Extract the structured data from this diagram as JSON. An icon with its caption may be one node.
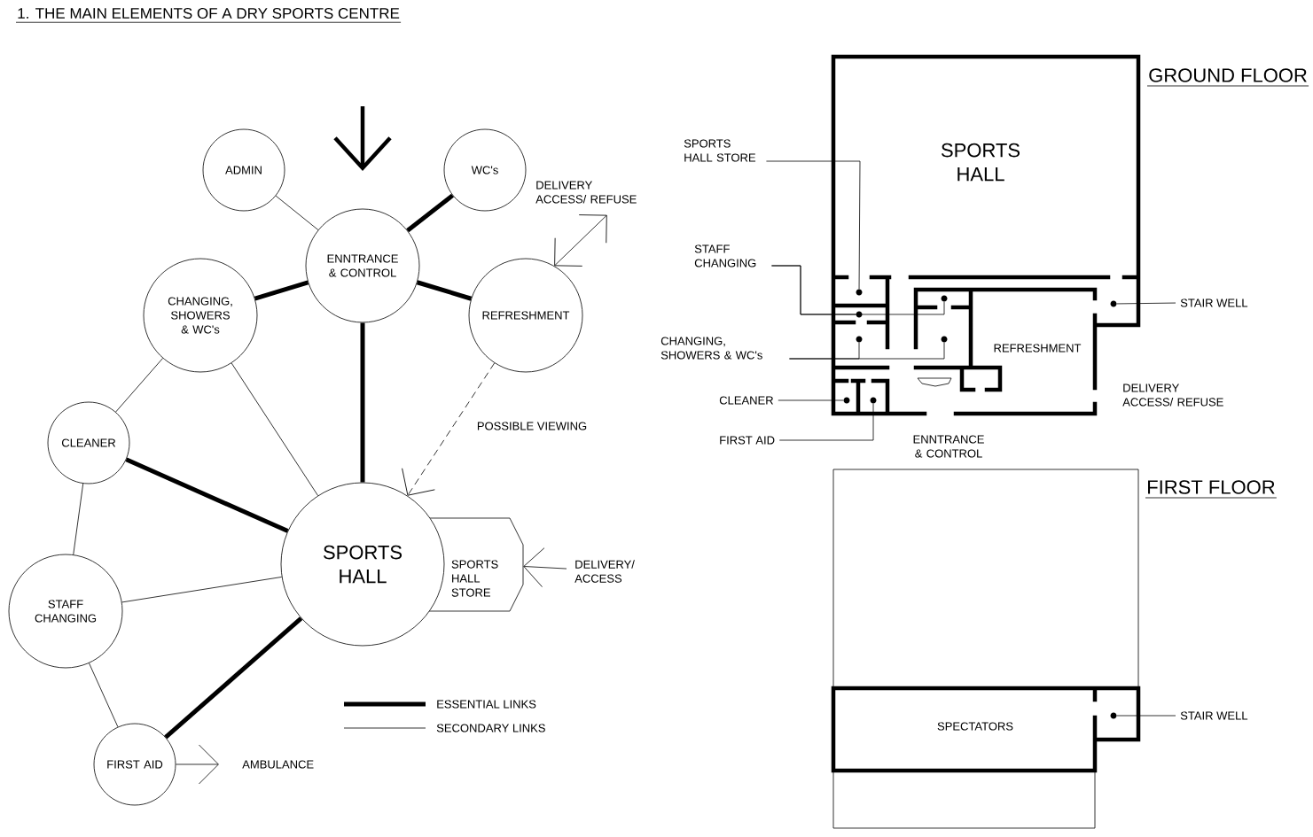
{
  "diagram": {
    "title": "1. THE MAIN ELEMENTS OF A DRY SPORTS CENTRE",
    "nodes": [
      {
        "text": [
          "ADMIN"
        ]
      },
      {
        "text": [
          "WC's"
        ]
      },
      {
        "text": [
          "ENNTRANCE & CONTROL"
        ]
      },
      {
        "text": [
          "CHANGING, SHOWERS & WC's"
        ]
      },
      {
        "text": [
          "REFRESHMENT"
        ]
      },
      {
        "text": [
          "CLEANER"
        ]
      },
      {
        "text": [
          "SPORTS HALL"
        ]
      },
      {
        "text": [
          "SPORTS HALL STORE"
        ]
      },
      {
        "text": [
          "STAFF CHANGING"
        ]
      },
      {
        "text": [
          "FIRST AID"
        ]
      },
      {
        "text": [
          "AMBULANCE"
        ]
      },
      {
        "text": [
          "DELIVERY/ ACCESS"
        ]
      },
      {
        "text": [
          "DELIVERY ACCESS/ REFUSE"
        ]
      },
      {
        "text": [
          "SPORTS HALL STORE"
        ]
      },
      {
        "text": [
          "STAFF CHANGING"
        ]
      },
      {
        "text": [
          "CHANGING, SHOWERS & WC's"
        ]
      },
      {
        "text": [
          "CLEANER"
        ]
      },
      {
        "text": [
          "FIRST AID"
        ]
      },
      {
        "text": [
          "STAIR WELL"
        ]
      },
      {
        "text": [
          "STAIR WELL"
        ]
      },
      {
        "text": [],
        "shape": "dot"
      },
      {
        "text": [],
        "shape": "dot"
      },
      {
        "text": [],
        "shape": "dot"
      },
      {
        "text": [],
        "shape": "dot"
      },
      {
        "text": [],
        "shape": "dot"
      },
      {
        "text": [],
        "shape": "dot"
      },
      {
        "text": [],
        "shape": "dot"
      },
      {
        "text": [],
        "shape": "dot"
      },
      {
        "text": [],
        "shape": "dot"
      }
    ],
    "edges": [
      {
        "from": 0,
        "to": 2,
        "arrow": "none"
      },
      {
        "from": 1,
        "to": 2,
        "arrow": "none",
        "style": "thick"
      },
      {
        "from": 3,
        "to": 2,
        "arrow": "none",
        "style": "thick"
      },
      {
        "from": 2,
        "to": 4,
        "arrow": "none",
        "style": "thick"
      },
      {
        "from": 2,
        "to": 6,
        "arrow": "none",
        "style": "thick"
      },
      {
        "from": 3,
        "to": 5,
        "arrow": "none"
      },
      {
        "from": 3,
        "to": 6,
        "arrow": "none"
      },
      {
        "from": 5,
        "to": 6,
        "arrow": "none",
        "style": "thick"
      },
      {
        "from": 5,
        "to": 8,
        "arrow": "none"
      },
      {
        "from": 8,
        "to": 6,
        "arrow": "none"
      },
      {
        "from": 8,
        "to": 9,
        "arrow": "none"
      },
      {
        "from": 9,
        "to": 6,
        "arrow": "none",
        "style": "thick"
      },
      {
        "from": 4,
        "to": 6,
        "arrow": "to",
        "style": "dashed",
        "label": "POSSIBLE VIEWING"
      },
      {
        "from": 9,
        "to": 10,
        "arrow": "to"
      },
      {
        "from": 11,
        "to": 7,
        "arrow": "to"
      },
      {
        "from": 12,
        "to": 4,
        "arrow": "both"
      },
      {
        "from": 13,
        "to": 20,
        "arrow": "none"
      },
      {
        "from": 14,
        "to": 21,
        "arrow": "none"
      },
      {
        "from": 14,
        "to": 22,
        "arrow": "none"
      },
      {
        "from": 15,
        "to": 24,
        "arrow": "none"
      },
      {
        "from": 15,
        "to": 23,
        "arrow": "none"
      },
      {
        "from": 16,
        "to": 25,
        "arrow": "none"
      },
      {
        "from": 17,
        "to": 26,
        "arrow": "none"
      },
      {
        "from": 18,
        "to": 27,
        "arrow": "none"
      },
      {
        "from": 19,
        "to": 28,
        "arrow": "none"
      }
    ],
    "labels": [
      "GROUND FLOOR",
      "SPORTS HALL",
      "REFRESHMENT",
      "DELIVERY ACCESS/ REFUSE",
      "ENNTRANCE & CONTROL",
      "FIRST FLOOR",
      "SPECTATORS"
    ],
    "legend": [
      {
        "text": "ESSENTIAL LINKS"
      },
      {
        "text": "SECONDARY LINKS"
      }
    ]
  }
}
